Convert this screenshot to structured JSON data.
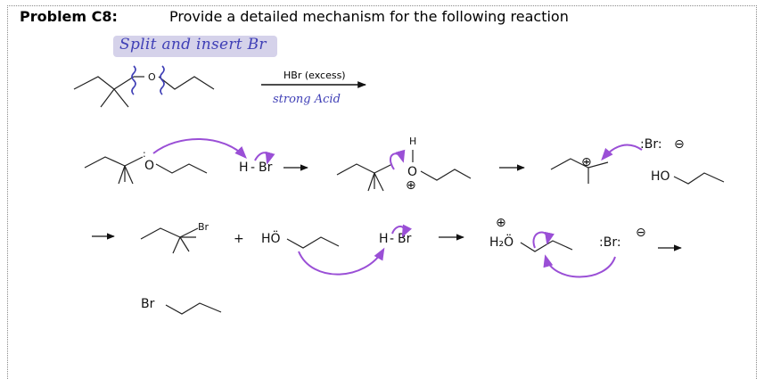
{
  "problem": {
    "label": "Problem C8:",
    "instruction": "Provide a detailed mechanism for the following reaction"
  },
  "annotation": {
    "note": "Split and insert Br"
  },
  "reaction": {
    "reagent": "HBr (excess)",
    "reagent_note": "strong Acid",
    "ether_oxygen": "O"
  },
  "mechanism": {
    "step1": {
      "oxygen": "O",
      "hbr_h": "H",
      "hbr_dash": "-",
      "hbr_br": "Br"
    },
    "step2": {
      "h": "H",
      "oxygen": "O",
      "charge": "⊕"
    },
    "step3": {
      "cation_charge": "⊕",
      "bromide": ":Br:",
      "bromide_charge": "⊖",
      "alcohol": "HO"
    },
    "step4": {
      "product_br": "Br",
      "plus": "+",
      "alcohol": "HÖ",
      "hbr_h": "H",
      "hbr_dash": "-",
      "hbr_br": "Br"
    },
    "step5": {
      "oxonium_charge": "⊕",
      "oxonium": "H₂Ö",
      "bromide": ":Br:",
      "bromide_charge": "⊖"
    },
    "product": {
      "br": "Br"
    }
  },
  "colors": {
    "ink": "#111111",
    "arrow": "#9a4fd6",
    "annotation": "#3f3fb6",
    "highlight": "#d5d2ea"
  }
}
